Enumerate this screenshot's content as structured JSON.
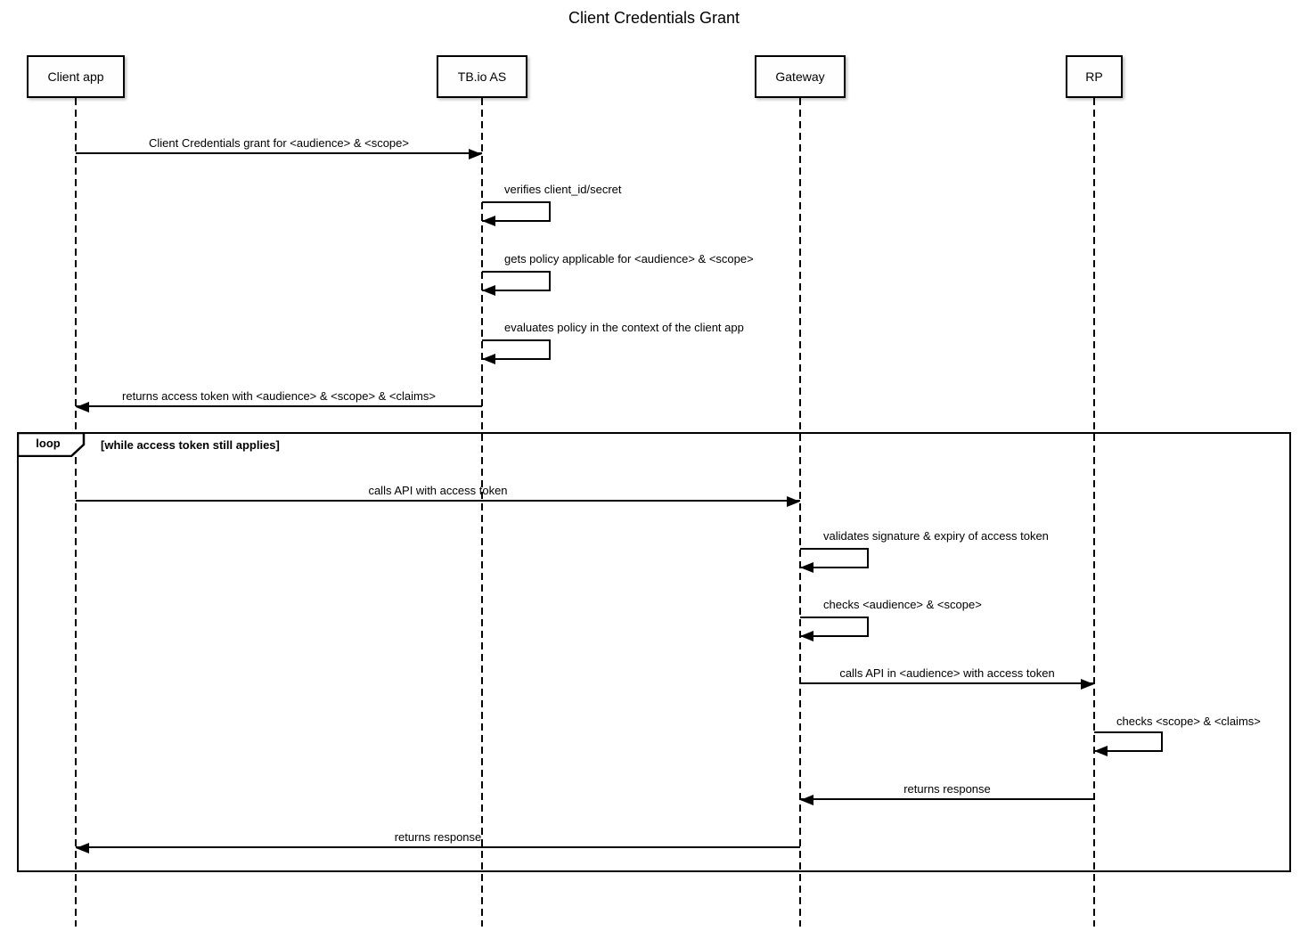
{
  "title": "Client Credentials Grant",
  "actors": [
    {
      "name": "Client app"
    },
    {
      "name": "TB.io AS"
    },
    {
      "name": "Gateway"
    },
    {
      "name": "RP"
    }
  ],
  "loop": {
    "operator": "loop",
    "condition": "[while access token still applies]"
  },
  "messages": [
    {
      "from": "Client app",
      "to": "TB.io AS",
      "type": "arrow",
      "label": "Client Credentials grant for <audience> & <scope>"
    },
    {
      "from": "TB.io AS",
      "to": "TB.io AS",
      "type": "self",
      "label": "verifies client_id/secret"
    },
    {
      "from": "TB.io AS",
      "to": "TB.io AS",
      "type": "self",
      "label": "gets policy applicable for <audience> & <scope>"
    },
    {
      "from": "TB.io AS",
      "to": "TB.io AS",
      "type": "self",
      "label": "evaluates policy in the context of the client app"
    },
    {
      "from": "TB.io AS",
      "to": "Client app",
      "type": "arrow",
      "label": "returns access token with <audience> & <scope> & <claims>"
    },
    {
      "from": "Client app",
      "to": "Gateway",
      "type": "arrow",
      "in_loop": true,
      "label": "calls API with access token"
    },
    {
      "from": "Gateway",
      "to": "Gateway",
      "type": "self",
      "in_loop": true,
      "label": "validates signature & expiry of access token"
    },
    {
      "from": "Gateway",
      "to": "Gateway",
      "type": "self",
      "in_loop": true,
      "label": "checks <audience> & <scope>"
    },
    {
      "from": "Gateway",
      "to": "RP",
      "type": "arrow",
      "in_loop": true,
      "label": "calls API in <audience> with access token"
    },
    {
      "from": "RP",
      "to": "RP",
      "type": "self",
      "in_loop": true,
      "label": "checks <scope> & <claims>"
    },
    {
      "from": "RP",
      "to": "Gateway",
      "type": "arrow",
      "in_loop": true,
      "label": "returns response"
    },
    {
      "from": "Gateway",
      "to": "Client app",
      "type": "arrow",
      "in_loop": true,
      "label": "returns response"
    }
  ],
  "colors": {
    "line": "#000000",
    "background": "#ffffff"
  },
  "icons": {
    "arrowhead-right": "css-triangle-right",
    "arrowhead-left": "css-triangle-left",
    "loop-tab": "pentagon-notch"
  }
}
